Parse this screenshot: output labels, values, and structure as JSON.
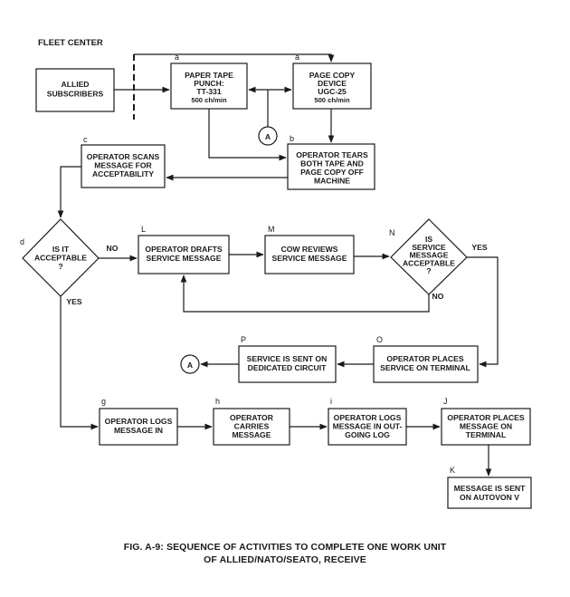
{
  "header": "FLEET CENTER",
  "caption": {
    "line1": "FIG. A-9:  SEQUENCE OF ACTIVITIES TO COMPLETE ONE WORK UNIT",
    "line2": "OF ALLIED/NATO/SEATO, RECEIVE"
  },
  "nodes": {
    "allied": {
      "lines": [
        "ALLIED",
        "SUBSCRIBERS"
      ]
    },
    "a1": {
      "letter": "a",
      "lines": [
        "PAPER TAPE",
        "PUNCH:",
        "TT-331",
        "500 ch/min"
      ]
    },
    "a2": {
      "letter": "a",
      "lines": [
        "PAGE COPY",
        "DEVICE",
        "UGC-25",
        "500 ch/min"
      ]
    },
    "b": {
      "letter": "b",
      "lines": [
        "OPERATOR TEARS",
        "BOTH TAPE AND",
        "PAGE COPY OFF",
        "MACHINE"
      ]
    },
    "c": {
      "letter": "c",
      "lines": [
        "OPERATOR SCANS",
        "MESSAGE FOR",
        "ACCEPTABILITY"
      ]
    },
    "d": {
      "letter": "d",
      "lines": [
        "IS IT",
        "ACCEPTABLE",
        "?"
      ]
    },
    "L": {
      "letter": "L",
      "lines": [
        "OPERATOR DRAFTS",
        "SERVICE MESSAGE"
      ]
    },
    "M": {
      "letter": "M",
      "lines": [
        "COW REVIEWS",
        "SERVICE MESSAGE"
      ]
    },
    "N": {
      "letter": "N",
      "lines": [
        "IS",
        "SERVICE",
        "MESSAGE",
        "ACCEPTABLE",
        "?"
      ]
    },
    "O": {
      "letter": "O",
      "lines": [
        "OPERATOR PLACES",
        "SERVICE ON TERMINAL"
      ]
    },
    "P": {
      "letter": "P",
      "lines": [
        "SERVICE IS SENT ON",
        "DEDICATED CIRCUIT"
      ]
    },
    "g": {
      "letter": "g",
      "lines": [
        "OPERATOR LOGS",
        "MESSAGE IN"
      ]
    },
    "h": {
      "letter": "h",
      "lines": [
        "OPERATOR",
        "CARRIES",
        "MESSAGE"
      ]
    },
    "i": {
      "letter": "i",
      "lines": [
        "OPERATOR LOGS",
        "MESSAGE IN OUT-",
        "GOING LOG"
      ]
    },
    "j": {
      "letter": "J",
      "lines": [
        "OPERATOR PLACES",
        "MESSAGE ON",
        "TERMINAL"
      ]
    },
    "k": {
      "letter": "K",
      "lines": [
        "MESSAGE IS SENT",
        "ON AUTOVON V"
      ]
    }
  },
  "connectors": {
    "a_top": "A",
    "a_left": "A"
  },
  "edge_labels": {
    "no_d": "NO",
    "yes_d": "YES",
    "yes_n": "YES",
    "no_n": "NO"
  }
}
